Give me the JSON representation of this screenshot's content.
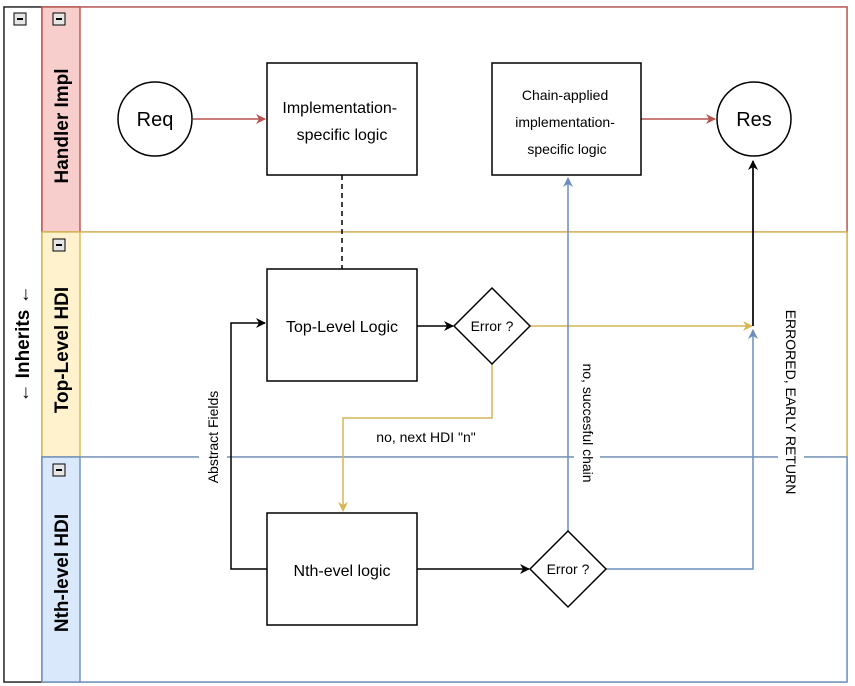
{
  "diagram": {
    "pool": {
      "title": "← Inherits ←"
    },
    "lanes": [
      {
        "id": "handler-impl",
        "title": "Handler Impl",
        "header_color": "#f8cecc",
        "border_color": "#b85450"
      },
      {
        "id": "top-level-hdi",
        "title": "Top-Level HDI",
        "header_color": "#fff2cc",
        "border_color": "#d6b656"
      },
      {
        "id": "nth-level-hdi",
        "title": "Nth-level HDI",
        "header_color": "#dae8fc",
        "border_color": "#6c8ebf"
      }
    ],
    "nodes": {
      "req": "Req",
      "res": "Res",
      "impl_logic": [
        "Implementation-",
        "specific logic"
      ],
      "chain_logic": [
        "Chain-applied",
        "implementation-",
        "specific logic"
      ],
      "top_logic": "Top-Level Logic",
      "nth_logic": "Nth-evel logic",
      "error_top": "Error ?",
      "error_nth": "Error ?"
    },
    "edge_labels": {
      "abstract_fields": "Abstract Fields",
      "next_hdi": "no, next HDI \"n\"",
      "success_chain": "no, succesful chain",
      "early_return": "ERRORED, EARLY RETURN"
    },
    "colors": {
      "red_arrow": "#b85450",
      "yellow_arrow": "#d6b656",
      "blue_arrow": "#6c8ebf",
      "black": "#000000"
    }
  }
}
